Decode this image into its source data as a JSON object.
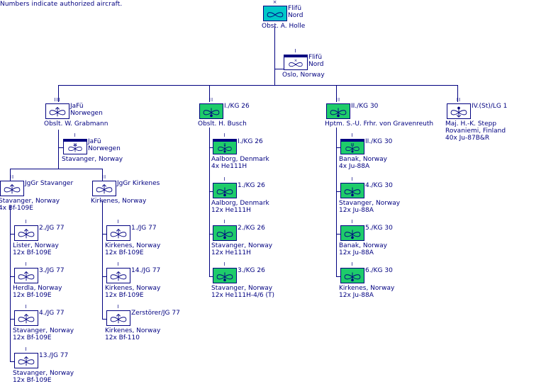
{
  "note": "Numbers indicate authorized aircraft.",
  "colors": {
    "line": "#000080",
    "cyan": "#00c8c8",
    "green": "#1ecc6a",
    "white": "#ffffff"
  },
  "units": [
    {
      "id": "flifu-nord-cmd",
      "name_lines": [
        "Flifü",
        "Nord"
      ],
      "below": [
        "Obst. A. Holle"
      ],
      "size": "×",
      "type": "naval-air",
      "fill": "cyan",
      "hq": false
    },
    {
      "id": "flifu-nord-hq",
      "name_lines": [
        "Flifü",
        "Nord"
      ],
      "below": [
        "Oslo, Norway"
      ],
      "size": "I",
      "inner": "×",
      "type": "naval-air",
      "fill": "white",
      "hq": true
    },
    {
      "id": "jafu-norwegen-cmd",
      "name_lines": [
        "JaFü",
        "Norwegen"
      ],
      "below": [
        "Obslt. W. Grabmann"
      ],
      "size": "III",
      "type": "fighter",
      "fill": "white",
      "hq": false
    },
    {
      "id": "jafu-norwegen-hq",
      "name_lines": [
        "JaFü",
        "Norwegen"
      ],
      "below": [
        "Stavanger, Norway"
      ],
      "size": "I",
      "inner": "III",
      "type": "fighter",
      "fill": "white",
      "hq": true
    },
    {
      "id": "jggr-stavanger",
      "name_lines": [
        "JgGr Stavanger"
      ],
      "below": [
        "Stavanger, Norway",
        "4x Bf-109E"
      ],
      "size": "II",
      "type": "fighter",
      "fill": "white",
      "hq": false
    },
    {
      "id": "jggr-kirkenes",
      "name_lines": [
        "JgGr Kirkenes"
      ],
      "below": [
        "Kirkenes, Norway"
      ],
      "size": "II",
      "type": "fighter",
      "fill": "white",
      "hq": false
    },
    {
      "id": "2-jg77",
      "name_lines": [
        "2./JG 77"
      ],
      "below": [
        "Lister, Norway",
        "12x Bf-109E"
      ],
      "size": "I",
      "type": "fighter",
      "fill": "white",
      "hq": false
    },
    {
      "id": "3-jg77",
      "name_lines": [
        "3./JG 77"
      ],
      "below": [
        "Herdla, Norway",
        "12x Bf-109E"
      ],
      "size": "I",
      "type": "fighter",
      "fill": "white",
      "hq": false
    },
    {
      "id": "4-jg77",
      "name_lines": [
        "4./JG 77"
      ],
      "below": [
        "Stavanger, Norway",
        "12x Bf-109E"
      ],
      "size": "I",
      "type": "fighter",
      "fill": "white",
      "hq": false
    },
    {
      "id": "13-jg77",
      "name_lines": [
        "13./JG 77"
      ],
      "below": [
        "Stavanger, Norway",
        "12x Bf-109E"
      ],
      "size": "I",
      "type": "fighter",
      "fill": "white",
      "hq": false
    },
    {
      "id": "1-jg77",
      "name_lines": [
        "1./JG 77"
      ],
      "below": [
        "Kirkenes, Norway",
        "12x Bf-109E"
      ],
      "size": "I",
      "type": "fighter",
      "fill": "white",
      "hq": false
    },
    {
      "id": "14-jg77",
      "name_lines": [
        "14./JG 77"
      ],
      "below": [
        "Kirkenes, Norway",
        "12x Bf-109E"
      ],
      "size": "I",
      "type": "fighter",
      "fill": "white",
      "hq": false
    },
    {
      "id": "zerstorer-jg77",
      "name_lines": [
        "Zerstörer/JG 77"
      ],
      "below": [
        "Kirkenes, Norway",
        "12x Bf-110"
      ],
      "size": "I",
      "type": "fighter",
      "fill": "white",
      "hq": false
    },
    {
      "id": "i-kg26-cmd",
      "name_lines": [
        "I./KG 26"
      ],
      "below": [
        "Obslt. H. Busch"
      ],
      "size": "II",
      "type": "bomber",
      "fill": "green",
      "hq": false
    },
    {
      "id": "i-kg26-hq",
      "name_lines": [
        "I./KG 26"
      ],
      "below": [
        "Aalborg, Denmark",
        "4x He111H"
      ],
      "size": "I",
      "inner": "II",
      "type": "bomber",
      "fill": "green",
      "hq": true
    },
    {
      "id": "1-kg26",
      "name_lines": [
        "1./KG 26"
      ],
      "below": [
        "Aalborg, Denmark",
        "12x He111H"
      ],
      "size": "I",
      "type": "bomber",
      "fill": "green",
      "hq": false
    },
    {
      "id": "2-kg26",
      "name_lines": [
        "2./KG 26"
      ],
      "below": [
        "Stavanger, Norway",
        "12x He111H"
      ],
      "size": "I",
      "type": "bomber",
      "fill": "green",
      "hq": false
    },
    {
      "id": "3-kg26",
      "name_lines": [
        "3./KG 26"
      ],
      "below": [
        "Stavanger, Norway",
        "12x He111H-4/6 (T)"
      ],
      "size": "I",
      "type": "bomber",
      "fill": "green",
      "hq": false
    },
    {
      "id": "ii-kg30-cmd",
      "name_lines": [
        "II./KG 30"
      ],
      "below": [
        "Hptm. S.-U. Frhr. von Gravenreuth"
      ],
      "size": "II",
      "type": "bomber",
      "fill": "green",
      "hq": false
    },
    {
      "id": "ii-kg30-hq",
      "name_lines": [
        "II./KG 30"
      ],
      "below": [
        "Banak, Norway",
        "4x Ju-88A"
      ],
      "size": "I",
      "inner": "III",
      "type": "bomber",
      "fill": "green",
      "hq": true
    },
    {
      "id": "4-kg30",
      "name_lines": [
        "4./KG 30"
      ],
      "below": [
        "Stavanger, Norway",
        "12x Ju-88A"
      ],
      "size": "I",
      "type": "bomber",
      "fill": "green",
      "hq": false
    },
    {
      "id": "5-kg30",
      "name_lines": [
        "5./KG 30"
      ],
      "below": [
        "Banak, Norway",
        "12x Ju-88A"
      ],
      "size": "I",
      "type": "bomber",
      "fill": "green",
      "hq": false
    },
    {
      "id": "6-kg30",
      "name_lines": [
        "6./KG 30"
      ],
      "below": [
        "Kirkenes, Norway",
        "12x Ju-88A"
      ],
      "size": "I",
      "type": "bomber",
      "fill": "green",
      "hq": false
    },
    {
      "id": "iv-st-lg1",
      "name_lines": [
        "IV.(St)/LG 1"
      ],
      "below": [
        "Maj. H.-K. Stepp",
        "Rovaniemi, Finland",
        "40x Ju-87B&R"
      ],
      "size": "II",
      "type": "dive-bomber",
      "fill": "white",
      "hq": false
    }
  ]
}
